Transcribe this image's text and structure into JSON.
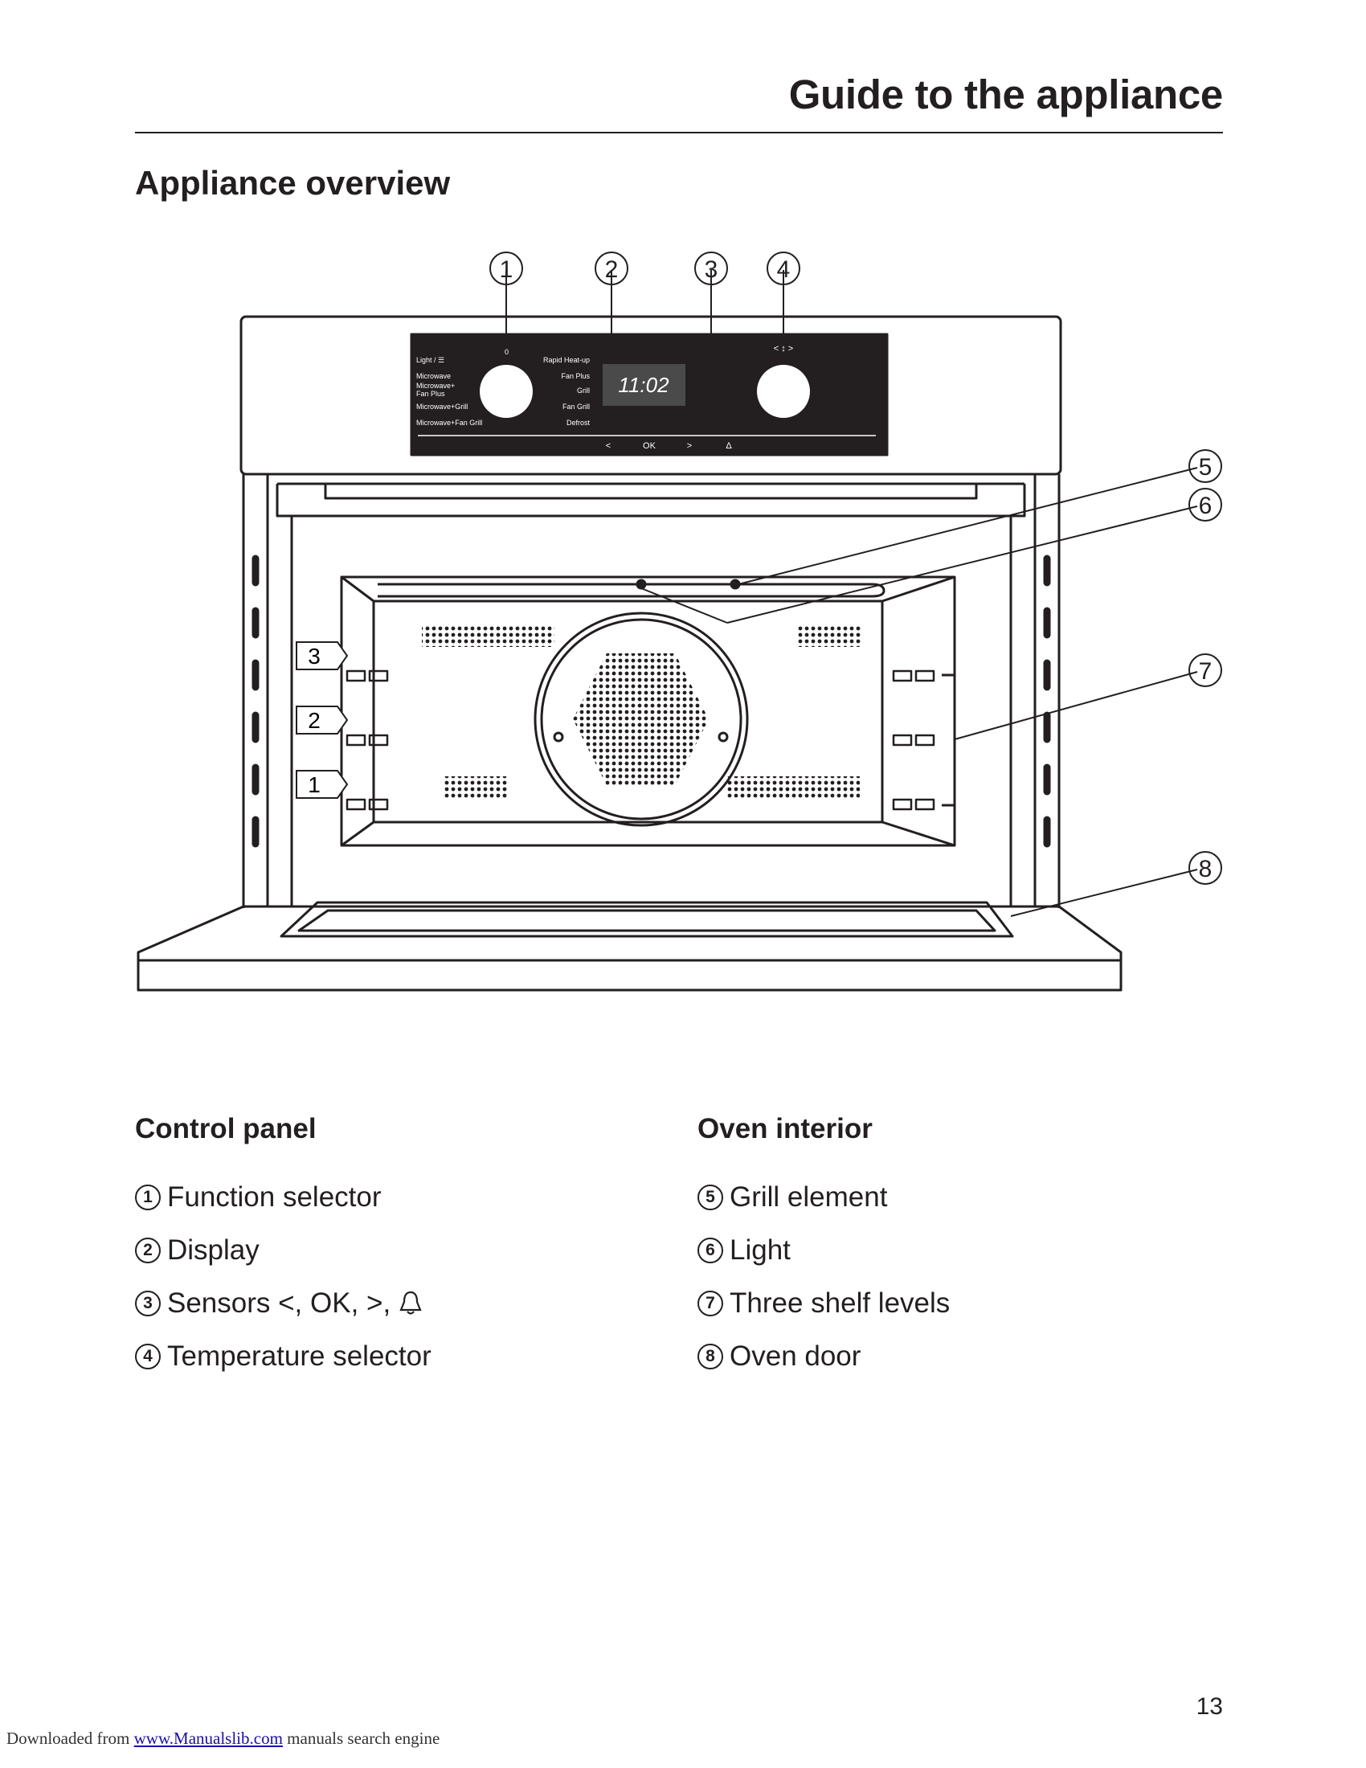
{
  "header": {
    "title": "Guide to the appliance"
  },
  "section": {
    "title": "Appliance overview"
  },
  "diagram": {
    "callouts": [
      "1",
      "2",
      "3",
      "4",
      "5",
      "6",
      "7",
      "8"
    ],
    "shelf_labels": [
      "3",
      "2",
      "1"
    ],
    "panel": {
      "dial_zero": "0",
      "left_labels": [
        "Light / ☰",
        "Microwave",
        "Microwave+",
        "Fan Plus",
        "Microwave+Grill",
        "Microwave+Fan Grill"
      ],
      "right_labels": [
        "Rapid Heat-up",
        "Fan Plus",
        "Grill",
        "Fan Grill",
        "Defrost"
      ],
      "display_time": "11:02",
      "temp_arrows": "<  ↕  >",
      "sensors": [
        "<",
        "OK",
        ">",
        "Δ"
      ]
    }
  },
  "legend": {
    "control_panel": {
      "title": "Control panel",
      "items": [
        {
          "num": "1",
          "text": "Function selector"
        },
        {
          "num": "2",
          "text": "Display"
        },
        {
          "num": "3",
          "text": "Sensors <, OK, >, "
        },
        {
          "num": "4",
          "text": "Temperature selector"
        }
      ]
    },
    "oven_interior": {
      "title": "Oven interior",
      "items": [
        {
          "num": "5",
          "text": "Grill element"
        },
        {
          "num": "6",
          "text": "Light"
        },
        {
          "num": "7",
          "text": "Three shelf levels"
        },
        {
          "num": "8",
          "text": "Oven door"
        }
      ]
    }
  },
  "page_number": "13",
  "footer": {
    "prefix": "Downloaded from ",
    "link": "www.Manualslib.com",
    "suffix": " manuals search engine"
  }
}
